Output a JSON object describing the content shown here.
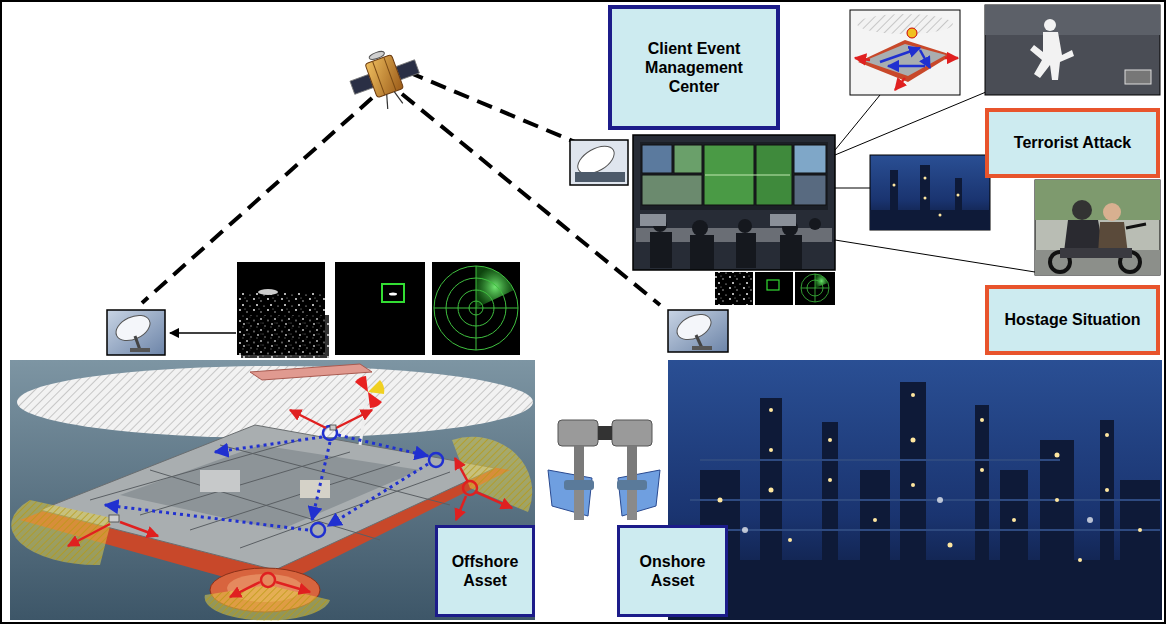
{
  "diagram": {
    "nodes": [
      {
        "text": [
          "Client Event Management Center"
        ]
      },
      {
        "text": [
          "Terrorist Attack"
        ]
      },
      {
        "text": [
          "Hostage Situation"
        ]
      },
      {
        "text": [
          "Offshore Asset"
        ]
      },
      {
        "text": [
          "Onshore Asset"
        ]
      }
    ]
  }
}
